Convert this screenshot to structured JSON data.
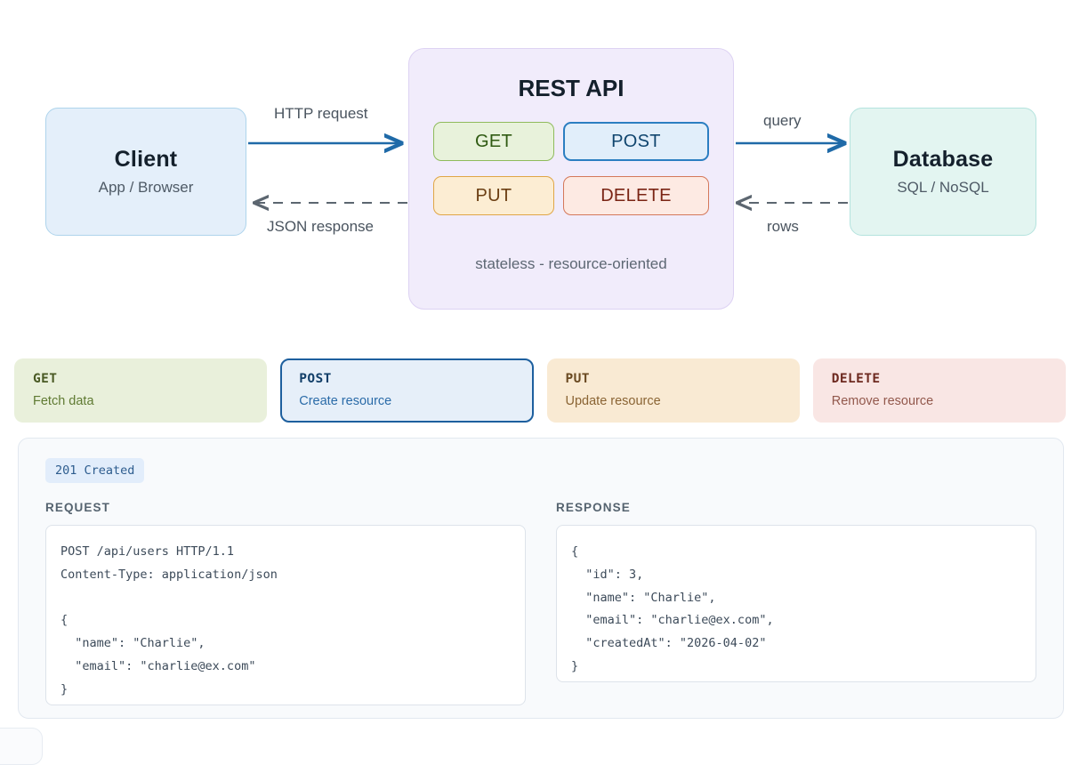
{
  "diagram": {
    "client": {
      "title": "Client",
      "subtitle": "App / Browser"
    },
    "api": {
      "title": "REST API",
      "note": "stateless - resource-oriented",
      "chips": [
        {
          "label": "GET"
        },
        {
          "label": "POST"
        },
        {
          "label": "PUT"
        },
        {
          "label": "DELETE"
        }
      ]
    },
    "database": {
      "title": "Database",
      "subtitle": "SQL / NoSQL"
    },
    "edges": {
      "http_request": "HTTP request",
      "json_response": "JSON response",
      "query": "query",
      "rows": "rows"
    },
    "colors": {
      "client_bg": "#e4effa",
      "client_border": "#aed4ec",
      "api_bg": "#f1ecfb",
      "api_border": "#ddd2f3",
      "db_bg": "#e3f5f1",
      "db_border": "#b4e3de",
      "solid_arrow": "#1f6aa8",
      "dashed_arrow": "#5c6670"
    }
  },
  "method_cards": [
    {
      "method": "GET",
      "description": "Fetch data",
      "selected": false,
      "accent": "#6a8a2f"
    },
    {
      "method": "POST",
      "description": "Create resource",
      "selected": true,
      "accent": "#1d5f9e"
    },
    {
      "method": "PUT",
      "description": "Update resource",
      "selected": false,
      "accent": "#b07a2c"
    },
    {
      "method": "DELETE",
      "description": "Remove resource",
      "selected": false,
      "accent": "#b3604c"
    }
  ],
  "detail_panel": {
    "status": "201 Created",
    "status_color": "#2d5c8e",
    "request_label": "REQUEST",
    "response_label": "RESPONSE",
    "request_code": "POST /api/users HTTP/1.1\nContent-Type: application/json\n\n{\n  \"name\": \"Charlie\",\n  \"email\": \"charlie@ex.com\"\n}",
    "response_code": "{\n  \"id\": 3,\n  \"name\": \"Charlie\",\n  \"email\": \"charlie@ex.com\",\n  \"createdAt\": \"2026-04-02\"\n}"
  }
}
